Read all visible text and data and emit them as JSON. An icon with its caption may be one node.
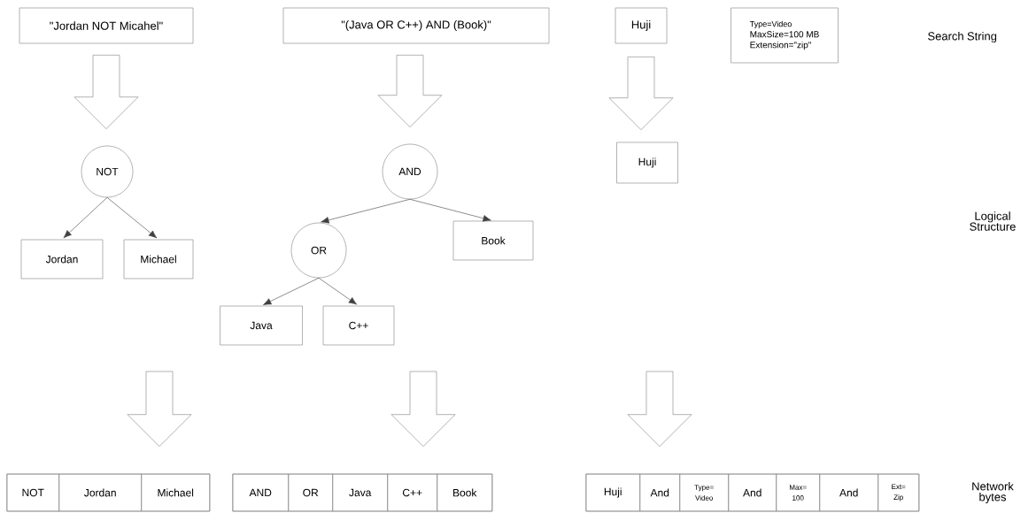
{
  "diagram": {
    "nodes": [
      {
        "text": [
          "\"Jordan NOT Micahel\""
        ]
      },
      {
        "text": [
          "\"(Java OR C++) AND (Book)\""
        ]
      },
      {
        "text": [
          "Huji"
        ]
      },
      {
        "text": [
          "Type=Video",
          "MaxSize=100 MB",
          "Extension=\"zip\""
        ]
      },
      {
        "text": [
          "NOT"
        ]
      },
      {
        "text": [
          "Jordan"
        ]
      },
      {
        "text": [
          "Michael"
        ]
      },
      {
        "text": [
          "AND"
        ]
      },
      {
        "text": [
          "OR"
        ]
      },
      {
        "text": [
          "Book"
        ]
      },
      {
        "text": [
          "Java"
        ]
      },
      {
        "text": [
          "C++"
        ]
      },
      {
        "text": [
          "Huji"
        ]
      },
      {
        "text": [],
        "shape": "box"
      },
      {
        "text": [
          "NOT"
        ],
        "in": 13
      },
      {
        "text": [
          "Jordan"
        ],
        "in": 13
      },
      {
        "text": [
          "Michael"
        ],
        "in": 13
      },
      {
        "text": [],
        "shape": "box"
      },
      {
        "text": [
          "AND"
        ],
        "in": 17
      },
      {
        "text": [
          "OR"
        ],
        "in": 17
      },
      {
        "text": [
          "Java"
        ],
        "in": 17
      },
      {
        "text": [
          "C++"
        ],
        "in": 17
      },
      {
        "text": [
          "Book"
        ],
        "in": 17
      },
      {
        "text": [],
        "shape": "box"
      },
      {
        "text": [
          "Huji"
        ],
        "in": 23
      },
      {
        "text": [
          "And"
        ],
        "in": 23
      },
      {
        "text": [
          "Type= Video"
        ],
        "in": 23
      },
      {
        "text": [
          "And"
        ],
        "in": 23
      },
      {
        "text": [
          "Max= 100"
        ],
        "in": 23
      },
      {
        "text": [
          "And"
        ],
        "in": 23
      },
      {
        "text": [
          "Ext= Zip"
        ],
        "in": 23
      }
    ],
    "edges": [
      {
        "from": 0,
        "to": 4,
        "arrow": "to",
        "style": "thick"
      },
      {
        "from": 1,
        "to": 7,
        "arrow": "to",
        "style": "thick"
      },
      {
        "from": 2,
        "to": 12,
        "arrow": "to",
        "style": "thick"
      },
      {
        "from": 4,
        "to": 5,
        "arrow": "to"
      },
      {
        "from": 4,
        "to": 6,
        "arrow": "to"
      },
      {
        "from": 7,
        "to": 8,
        "arrow": "to"
      },
      {
        "from": 7,
        "to": 9,
        "arrow": "to"
      },
      {
        "from": 8,
        "to": 10,
        "arrow": "to"
      },
      {
        "from": 8,
        "to": 11,
        "arrow": "to"
      },
      {
        "from": null,
        "to": 13,
        "arrow": "to",
        "style": "thick"
      },
      {
        "from": null,
        "to": 17,
        "arrow": "to",
        "style": "thick"
      },
      {
        "from": null,
        "to": 23,
        "arrow": "to",
        "style": "thick"
      }
    ],
    "labels": [
      "Search String",
      "Logical Structure",
      "Network bytes"
    ]
  }
}
